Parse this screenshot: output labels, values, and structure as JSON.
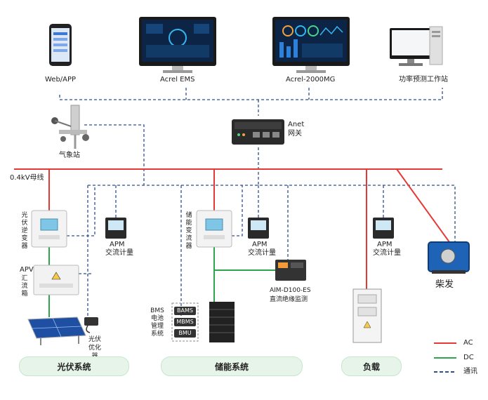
{
  "top": {
    "web_app": "Web/APP",
    "acrel_ems": "Acrel EMS",
    "acrel_2000mg": "Acrel-2000MG",
    "forecast_station": "功率预测工作站"
  },
  "gateway": {
    "name": "Anet",
    "sub": "网关"
  },
  "weather": "气象站",
  "bus": "0.4kV母线",
  "pv": {
    "inverter": "光伏逆变器",
    "combiner_apv": "APV",
    "combiner": "汇流箱",
    "optimizer": "光伏优化器"
  },
  "apm": {
    "name": "APM",
    "desc": "交流计量"
  },
  "storage": {
    "pcs": "储能变流器",
    "bms_title": "BMS电池管理系统",
    "bams": "BAMS",
    "mbms": "MBMS",
    "bmu": "BMU",
    "aim_name": "AIM-D100-ES",
    "aim_desc": "直流绝缘监测"
  },
  "diesel": "柴发",
  "sections": {
    "pv": "光伏系统",
    "storage": "储能系统",
    "load": "负载"
  },
  "legend": {
    "ac": "AC",
    "dc": "DC",
    "comm": "通讯"
  },
  "colors": {
    "ac": "#e53935",
    "dc": "#2ea44f",
    "comm": "#2f4f8f"
  }
}
